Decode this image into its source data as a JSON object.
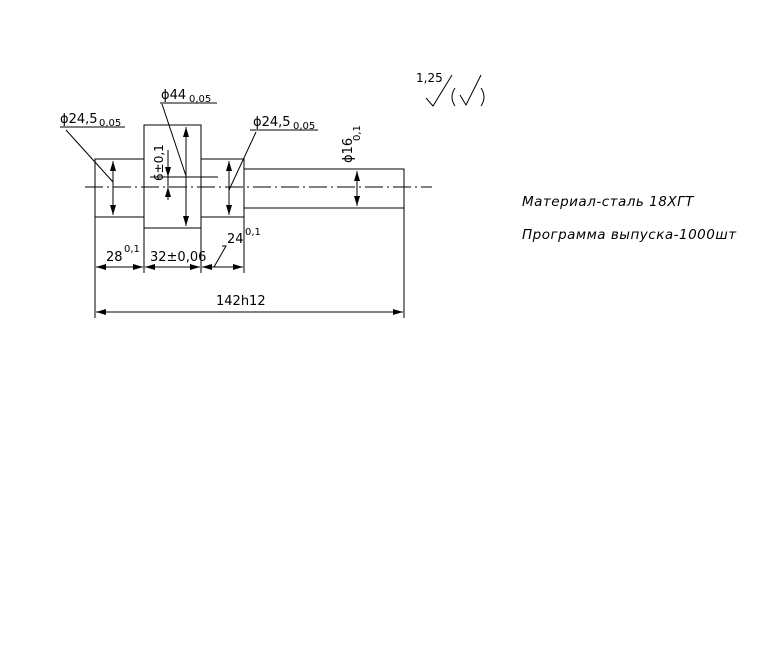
{
  "dimensions": {
    "dia_left_main": "ϕ24,5",
    "dia_left_sub": "0,05",
    "dia_collar_main": "ϕ44",
    "dia_collar_sub": "0,05",
    "dia_right_main": "ϕ24,5",
    "dia_right_sub": "0,05",
    "dia_shaft_main": "ϕ16",
    "dia_shaft_sub": "0,1",
    "offset": "6±0,1",
    "len_left_main": "28",
    "len_left_sup": "0,1",
    "len_collar": "32±0,06",
    "len_right_main": "24",
    "len_right_sup": "0,1",
    "len_total": "142h12"
  },
  "roughness": {
    "value": "1,25"
  },
  "notes": {
    "material": "Материал-сталь 18ХГТ",
    "program": "Программа выпуска-1000шт"
  }
}
